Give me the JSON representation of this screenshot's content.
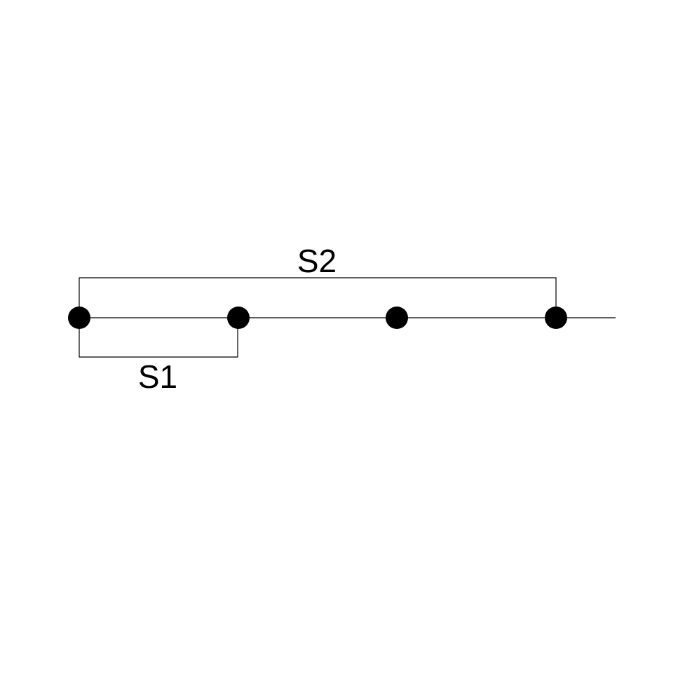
{
  "diagram": {
    "labels": {
      "s1": "S1",
      "s2": "S2"
    },
    "node_count": 4,
    "colors": {
      "stroke": "#000000",
      "node_fill": "#000000",
      "background": "#ffffff"
    }
  }
}
